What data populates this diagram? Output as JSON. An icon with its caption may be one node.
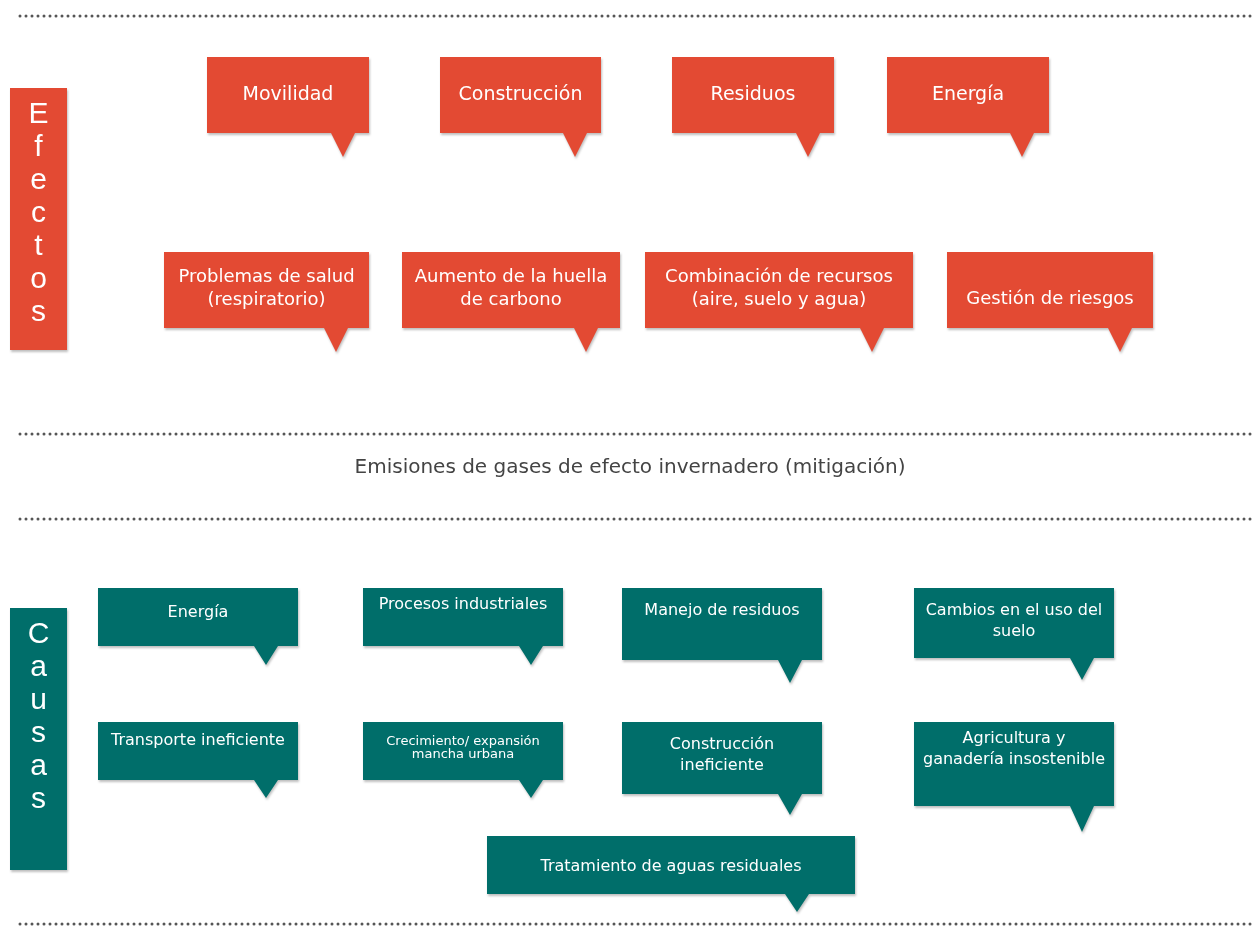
{
  "diagram": {
    "nodes": [
      {
        "text": [
          "Efectos"
        ]
      },
      {
        "text": [
          "Movilidad"
        ]
      },
      {
        "text": [
          "Construcción"
        ]
      },
      {
        "text": [
          "Residuos"
        ]
      },
      {
        "text": [
          "Energía"
        ]
      },
      {
        "text": [
          "Problemas de salud (respiratorio)"
        ]
      },
      {
        "text": [
          "Aumento de la huella de carbono"
        ]
      },
      {
        "text": [
          "Combinación de  recursos (aire, suelo y agua)"
        ]
      },
      {
        "text": [
          "Gestión de riesgos"
        ]
      },
      {
        "text": [
          "Causas"
        ]
      },
      {
        "text": [
          "Energía"
        ]
      },
      {
        "text": [
          "Procesos industriales"
        ]
      },
      {
        "text": [
          "Manejo de residuos"
        ]
      },
      {
        "text": [
          "Cambios en el uso del suelo"
        ]
      },
      {
        "text": [
          "Transporte ineficiente"
        ]
      },
      {
        "text": [
          "Crecimiento/ expansión mancha urbana"
        ]
      },
      {
        "text": [
          "Construcción ineficiente"
        ]
      },
      {
        "text": [
          "Agricultura y ganadería insostenible"
        ]
      },
      {
        "text": [
          "Tratamiento de aguas residuales"
        ]
      }
    ],
    "edges": [],
    "labels": [
      "Emisiones de gases de efecto invernadero (mitigación)"
    ]
  }
}
